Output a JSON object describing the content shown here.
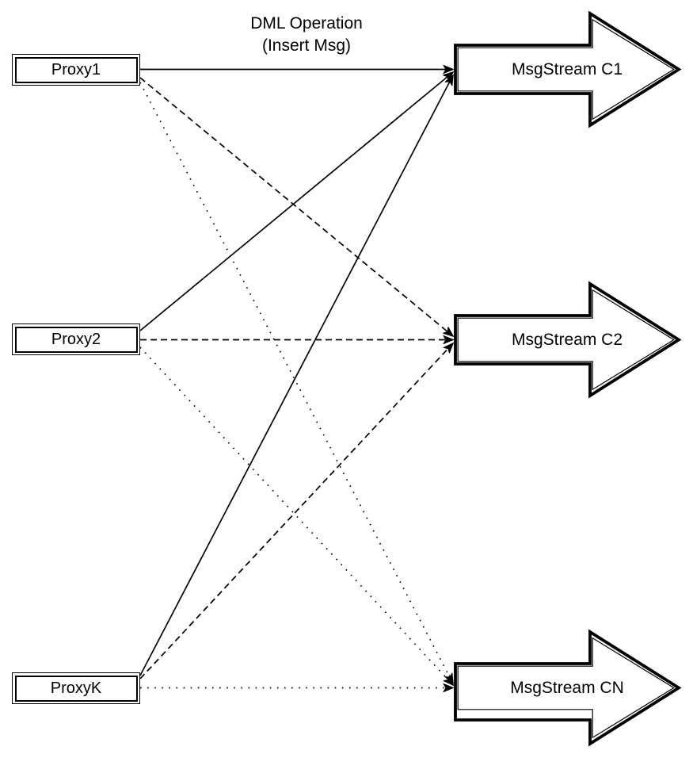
{
  "title_label": {
    "line1": "DML Operation",
    "line2": "(Insert Msg)"
  },
  "nodes": {
    "proxies": [
      {
        "label": "Proxy1"
      },
      {
        "label": "Proxy2"
      },
      {
        "label": "ProxyK"
      }
    ],
    "streams": [
      {
        "label": "MsgStream C1"
      },
      {
        "label": "MsgStream C2"
      },
      {
        "label": "MsgStream CN"
      }
    ]
  },
  "edges": [
    {
      "from": "Proxy1",
      "to": "MsgStream C1",
      "style": "solid"
    },
    {
      "from": "Proxy1",
      "to": "MsgStream C2",
      "style": "dashed"
    },
    {
      "from": "Proxy1",
      "to": "MsgStream CN",
      "style": "dotted"
    },
    {
      "from": "Proxy2",
      "to": "MsgStream C1",
      "style": "solid"
    },
    {
      "from": "Proxy2",
      "to": "MsgStream C2",
      "style": "dashed"
    },
    {
      "from": "Proxy2",
      "to": "MsgStream CN",
      "style": "dotted"
    },
    {
      "from": "ProxyK",
      "to": "MsgStream C1",
      "style": "solid"
    },
    {
      "from": "ProxyK",
      "to": "MsgStream C2",
      "style": "dashed"
    },
    {
      "from": "ProxyK",
      "to": "MsgStream CN",
      "style": "dotted"
    }
  ],
  "colors": {
    "stroke": "#000000",
    "fill": "#ffffff",
    "text": "#000000"
  }
}
